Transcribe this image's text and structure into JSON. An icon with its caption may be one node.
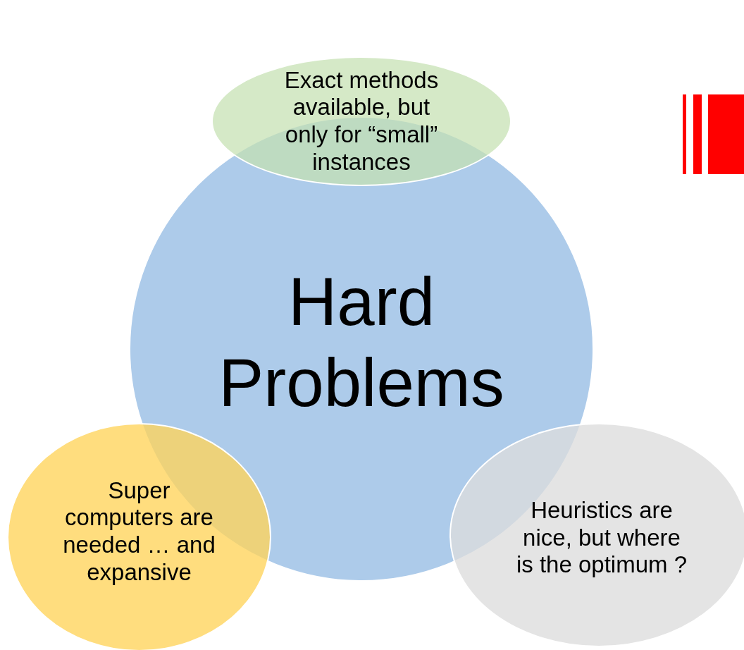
{
  "diagram": {
    "nodes": [
      {
        "text": [
          "Hard Problems"
        ]
      },
      {
        "text": [
          "Exact methods available, but only for “small” instances"
        ]
      },
      {
        "text": [
          "Super computers are needed … and expansive"
        ]
      },
      {
        "text": [
          "Heuristics are nice, but where is the optimum ?"
        ]
      }
    ]
  }
}
